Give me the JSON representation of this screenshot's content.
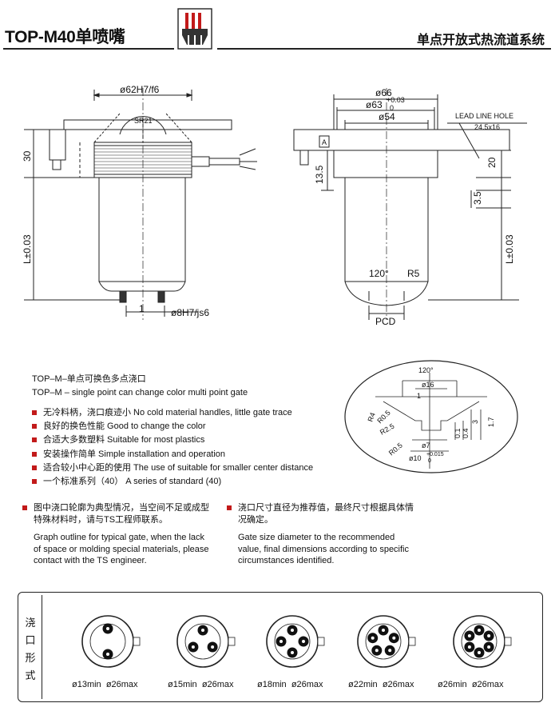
{
  "header": {
    "title": "TOP-M40单喷嘴",
    "subtitle": "单点开放式热流道系统"
  },
  "left_drawing": {
    "dim_bore": "ø62H7/f6",
    "dim_sr": "SR21",
    "dim_30": "30",
    "dim_length": "L±0.03",
    "dim_1": "1",
    "dim_pin": "ø8H7/js6"
  },
  "right_drawing": {
    "dim_66": "ø66",
    "dim_63": "ø63",
    "dim_63_tol": "+0.03",
    "dim_63_tol2": "0",
    "dim_54": "ø54",
    "lead_line_label": "LEAD LINE HOLE",
    "lead_line_size": "24.5x16",
    "datum": "A",
    "dim_20": "20",
    "dim_13_5": "13.5",
    "dim_3_5": "3.5",
    "dim_length": "L±0.03",
    "angle": "120°",
    "radius": "R5",
    "pcd": "PCD"
  },
  "detail": {
    "angle": "120°",
    "d16": "ø16",
    "d1": "1",
    "r4": "R4",
    "r05a": "R0.5",
    "r25": "R2.5",
    "d7": "ø7",
    "r05b": "R0.5",
    "d10": "ø10",
    "d10_tol1": "+0.015",
    "d10_tol2": "0",
    "v01": "0.1",
    "v04": "0.4",
    "v3": "3",
    "v17": "1.7"
  },
  "description": {
    "cn": "TOP–M–单点可换色多点浇口",
    "en": "TOP–M – single point can change color multi point gate"
  },
  "features": [
    "无冷料柄，浇口痕迹小 No cold material handles, little gate trace",
    "良好的换色性能 Good to change the color",
    "合适大多数塑料 Suitable for most plastics",
    "安装操作简单 Simple installation and operation",
    "适合较小中心距的使用 The use of suitable for smaller center distance",
    "一个标准系列（40） A series of standard (40)"
  ],
  "notes": {
    "left_cn": "图中浇口轮廓为典型情况，当空间不足或成型特殊材料时，请与TS工程师联系。",
    "left_en": "Graph outline for typical gate, when the lack of space or molding special materials, please contact with the TS engineer.",
    "right_cn": "浇口尺寸直径为推荐值，最终尺寸根据具体情况确定。",
    "right_en": "Gate size diameter to the recommended value, final dimensions according to specific circumstances identified."
  },
  "gate_section": {
    "label": "浇口形式",
    "items": [
      {
        "min": "ø13min",
        "max": "ø26max",
        "tips": 2
      },
      {
        "min": "ø15min",
        "max": "ø26max",
        "tips": 3
      },
      {
        "min": "ø18min",
        "max": "ø26max",
        "tips": 4
      },
      {
        "min": "ø22min",
        "max": "ø26max",
        "tips": 5
      },
      {
        "min": "ø26min",
        "max": "ø26max",
        "tips": 6
      }
    ]
  }
}
